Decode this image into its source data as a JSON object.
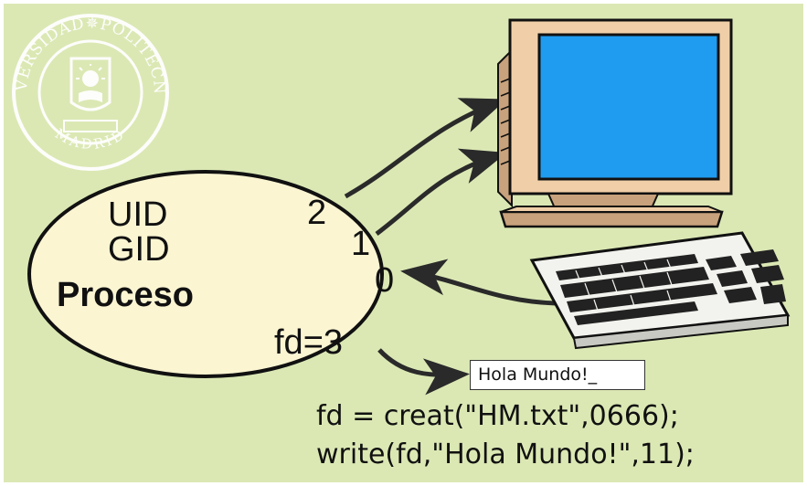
{
  "process": {
    "uid": "UID",
    "gid": "GID",
    "name": "Proceso",
    "fd2": "2",
    "fd1": "1",
    "fd0": "0",
    "fd_new": "fd=3"
  },
  "file_window": {
    "text": "Hola Mundo!_"
  },
  "code": {
    "line1": "fd = creat(\"HM.txt\",0666);",
    "line2": "write(fd,\"Hola Mundo!\",11);"
  },
  "seal": {
    "top_text": "UNIVERSIDAD✵POLITECNICA",
    "bottom_text": "MADRID"
  },
  "colors": {
    "background": "#dbe8b4",
    "process_fill": "#fbf5d2",
    "monitor_body": "#f0cfa8",
    "screen": "#1f9cf0",
    "arrow": "#2a2a2a",
    "seal": "#ffffff"
  }
}
